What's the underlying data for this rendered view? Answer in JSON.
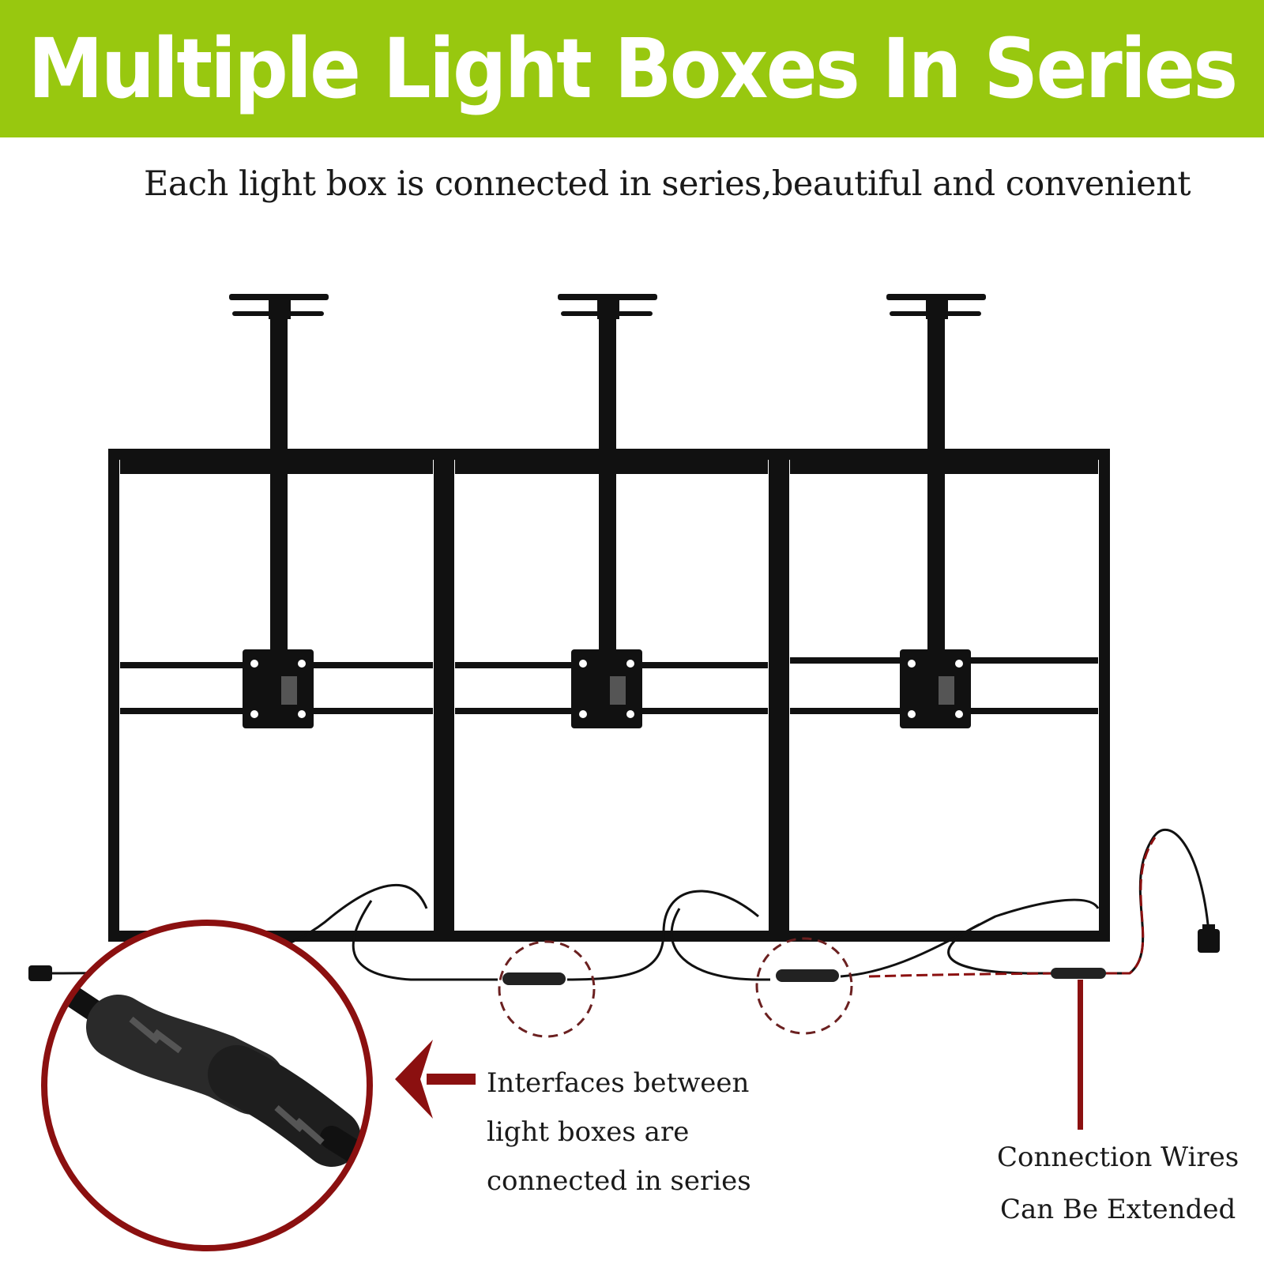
{
  "header": {
    "title": "Multiple Light Boxes In Series",
    "subtitle": "Each light box is connected in series,beautiful and convenient"
  },
  "callouts": {
    "interfaces_lines": [
      "Interfaces between",
      "light boxes are",
      "connected in series"
    ],
    "wires_lines": [
      "Connection Wires",
      "Can Be Extended"
    ]
  },
  "colors": {
    "banner_green": "#98c80f",
    "frame_black": "#111111",
    "accent_red": "#8b1010",
    "text_dark": "#1a1a1a"
  },
  "icons": {
    "zoom_callout": "magnified-connector-icon",
    "arrow": "arrow-left-icon",
    "plug": "power-plug-icon"
  }
}
